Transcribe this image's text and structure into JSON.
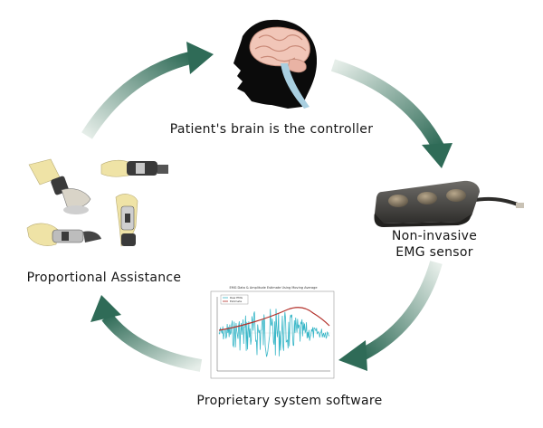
{
  "labels": {
    "brain": "Patient's brain is the controller",
    "sensor_line1": "Non-invasive",
    "sensor_line2": "EMG sensor",
    "assistance": "Proportional Assistance",
    "software": "Proprietary system software"
  },
  "chart_inset": {
    "legend": [
      "Raw EMG",
      "Estimate"
    ]
  },
  "colors": {
    "arrow": "#2f6b57",
    "arrow_light": "#dfe9e4",
    "brain_pink": "#f1c6b8",
    "spine_blue": "#a9cfe0",
    "sensor_dark": "#3b3a38",
    "signal_cyan": "#39b7c8",
    "estimate_red": "#b3302a",
    "glove_yellow": "#efe3a6"
  },
  "icons": [
    "brain-head-icon",
    "emg-sensor-icon",
    "signal-plot-icon",
    "orthosis-images-icon"
  ]
}
